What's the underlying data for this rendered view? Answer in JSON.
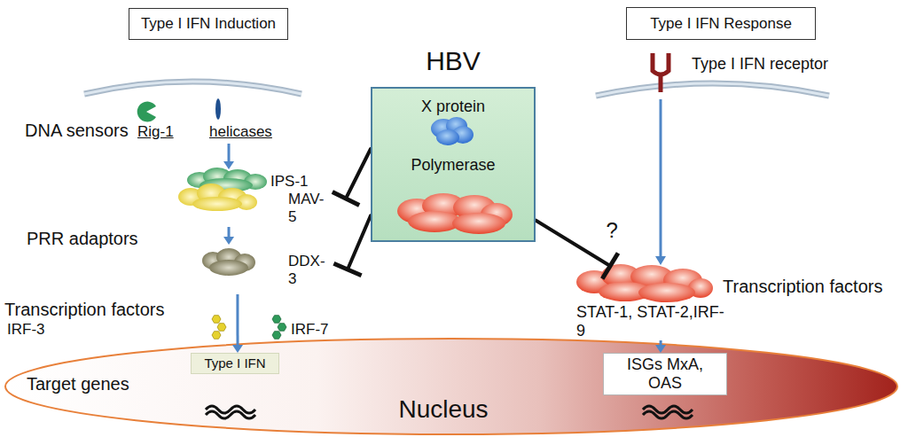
{
  "diagram": {
    "nodes": [
      {
        "text": [
          "Type I IFN Induction"
        ]
      },
      {
        "text": [
          "Type I IFN Response"
        ]
      },
      {
        "text": [
          "HBV",
          "X protein",
          "Polymerase"
        ]
      },
      {
        "text": [
          "IPS-1",
          "MAV- 5"
        ]
      },
      {
        "text": [
          "DDX- 3"
        ]
      },
      {
        "text": [
          "Nucleus"
        ]
      },
      {
        "text": [
          "Type I IFN"
        ],
        "in": 5
      },
      {
        "text": [
          "ISGs MxA, OAS"
        ],
        "in": 5
      },
      {
        "text": [
          "Transcription factors",
          "STAT-1, STAT-2,IRF- 9"
        ]
      }
    ],
    "edges": [
      {
        "from": 2,
        "to": 3,
        "arrow": "to"
      },
      {
        "from": 2,
        "to": 4,
        "arrow": "to"
      },
      {
        "from": 2,
        "to": 8,
        "arrow": "to",
        "label": "?"
      },
      {
        "from": 3,
        "to": 4,
        "arrow": "to"
      },
      {
        "from": 4,
        "to": 6,
        "arrow": "to"
      },
      {
        "from": 8,
        "to": 7,
        "arrow": "to"
      }
    ],
    "labels": [
      "DNA sensors",
      "Rig-1",
      "helicases",
      "PRR adaptors",
      "Transcription factors",
      "IRF-3",
      "IRF-7",
      "Target genes",
      "Type I IFN receptor"
    ]
  }
}
